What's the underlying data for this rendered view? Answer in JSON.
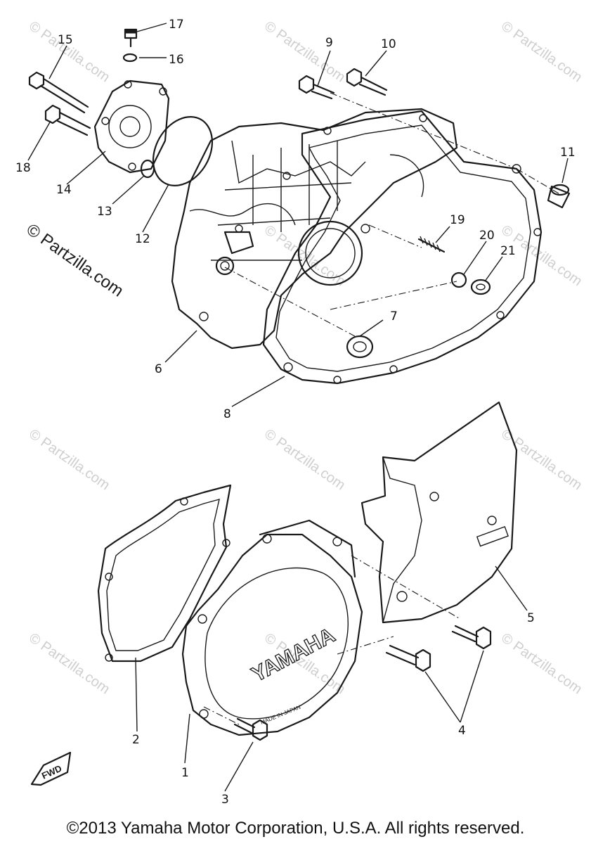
{
  "diagram": {
    "watermark": "© Partzilla.com",
    "callouts": [
      {
        "id": "1",
        "text": "1"
      },
      {
        "id": "2",
        "text": "2"
      },
      {
        "id": "3",
        "text": "3"
      },
      {
        "id": "4",
        "text": "4"
      },
      {
        "id": "5",
        "text": "5"
      },
      {
        "id": "6",
        "text": "6"
      },
      {
        "id": "7",
        "text": "7"
      },
      {
        "id": "8",
        "text": "8"
      },
      {
        "id": "9",
        "text": "9"
      },
      {
        "id": "10",
        "text": "10"
      },
      {
        "id": "11",
        "text": "11"
      },
      {
        "id": "12",
        "text": "12"
      },
      {
        "id": "13",
        "text": "13"
      },
      {
        "id": "14",
        "text": "14"
      },
      {
        "id": "15",
        "text": "15"
      },
      {
        "id": "16",
        "text": "16"
      },
      {
        "id": "17",
        "text": "17"
      },
      {
        "id": "18",
        "text": "18"
      },
      {
        "id": "19",
        "text": "19"
      },
      {
        "id": "20",
        "text": "20"
      },
      {
        "id": "21",
        "text": "21"
      }
    ],
    "cover_logo": "YAMAHA",
    "cover_stamp": "MADE IN JAPAN",
    "fwd_label": "FWD"
  },
  "footer": {
    "copyright": "©2013 Yamaha Motor Corporation, U.S.A. All rights reserved."
  }
}
